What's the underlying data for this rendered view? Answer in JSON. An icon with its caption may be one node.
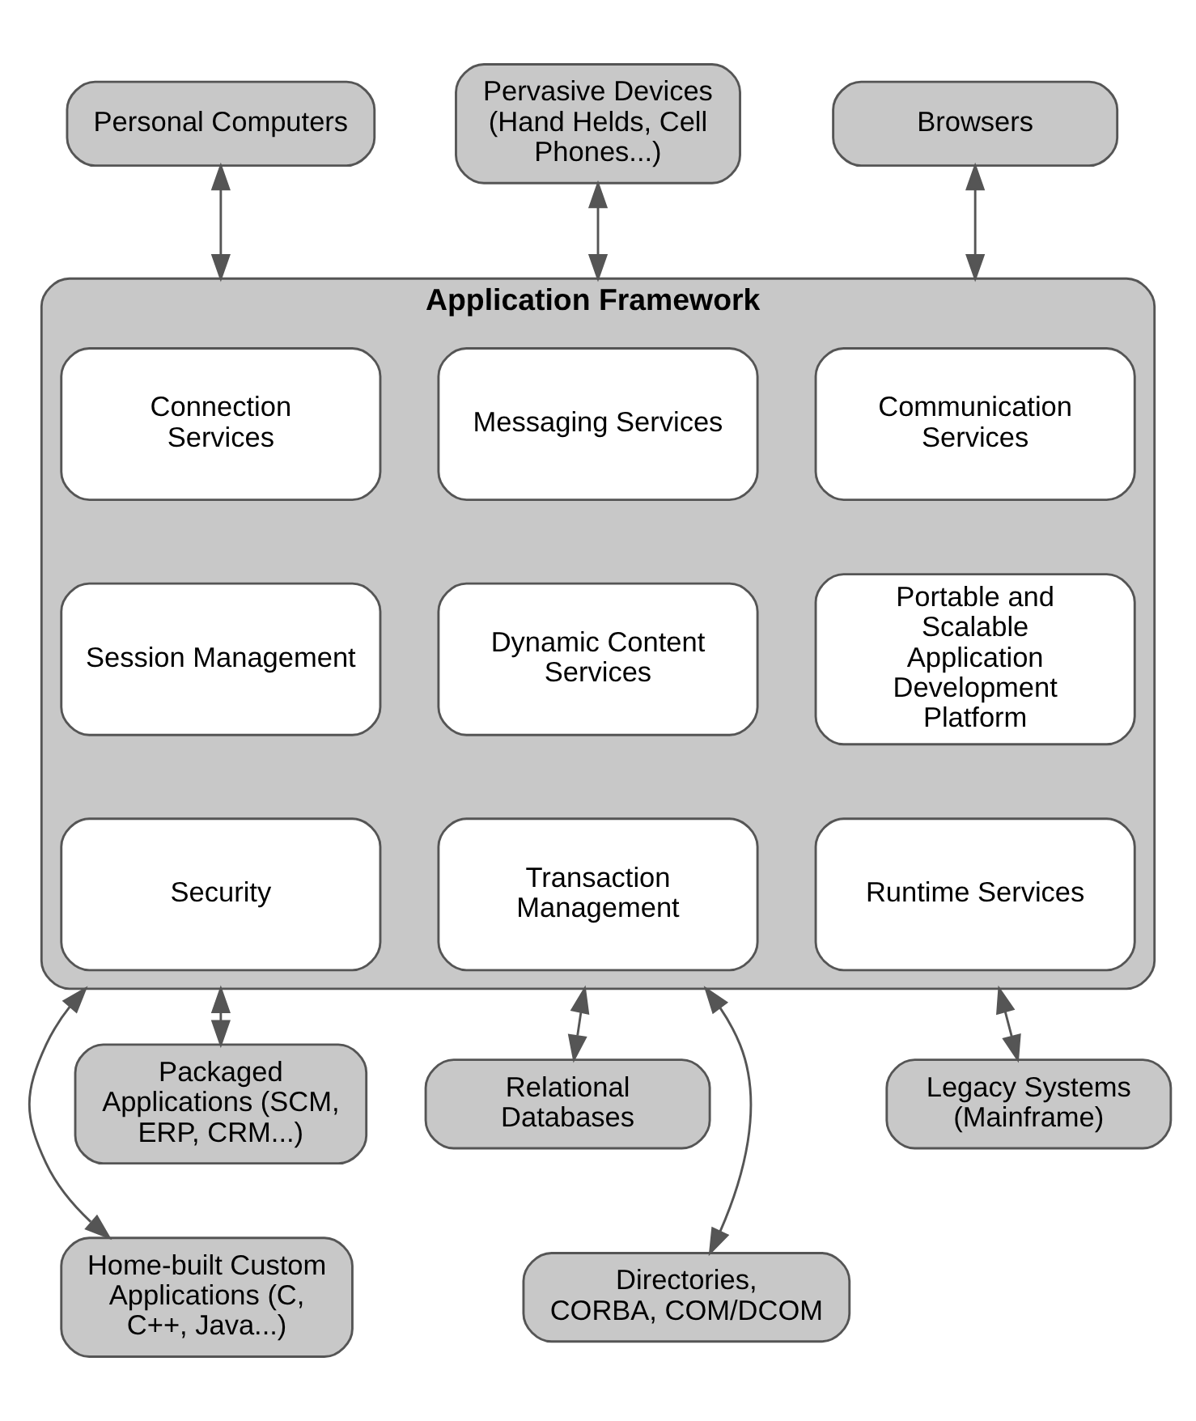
{
  "diagram": {
    "nodes": [
      {
        "text": [
          "Personal Computers"
        ]
      },
      {
        "text": [
          "Pervasive Devices (Hand Helds, Cell Phones...)"
        ]
      },
      {
        "text": [
          "Browsers"
        ]
      },
      {
        "text": [
          "Application Framework"
        ]
      },
      {
        "text": [
          "Connection Services"
        ],
        "in": 3
      },
      {
        "text": [
          "Messaging Services"
        ],
        "in": 3
      },
      {
        "text": [
          "Communication Services"
        ],
        "in": 3
      },
      {
        "text": [
          "Session Management"
        ],
        "in": 3
      },
      {
        "text": [
          "Dynamic Content Services"
        ],
        "in": 3
      },
      {
        "text": [
          "Portable and Scalable Application Development Platform"
        ],
        "in": 3
      },
      {
        "text": [
          "Security"
        ],
        "in": 3
      },
      {
        "text": [
          "Transaction Management"
        ],
        "in": 3
      },
      {
        "text": [
          "Runtime Services"
        ],
        "in": 3
      },
      {
        "text": [
          "Packaged Applications (SCM, ERP, CRM...)"
        ]
      },
      {
        "text": [
          "Home-built Custom Applications (C, C++, Java...)"
        ]
      },
      {
        "text": [
          "Relational Databases"
        ]
      },
      {
        "text": [
          "Directories, CORBA, COM/DCOM"
        ]
      },
      {
        "text": [
          "Legacy Systems (Mainframe)"
        ]
      }
    ],
    "edges": [
      {
        "from": 0,
        "to": 3,
        "arrow": "both"
      },
      {
        "from": 1,
        "to": 3,
        "arrow": "both"
      },
      {
        "from": 2,
        "to": 3,
        "arrow": "both"
      },
      {
        "from": 3,
        "to": 13,
        "arrow": "both"
      },
      {
        "from": 3,
        "to": 14,
        "arrow": "both"
      },
      {
        "from": 3,
        "to": 15,
        "arrow": "both"
      },
      {
        "from": 3,
        "to": 16,
        "arrow": "both"
      },
      {
        "from": 3,
        "to": 17,
        "arrow": "both"
      }
    ]
  }
}
